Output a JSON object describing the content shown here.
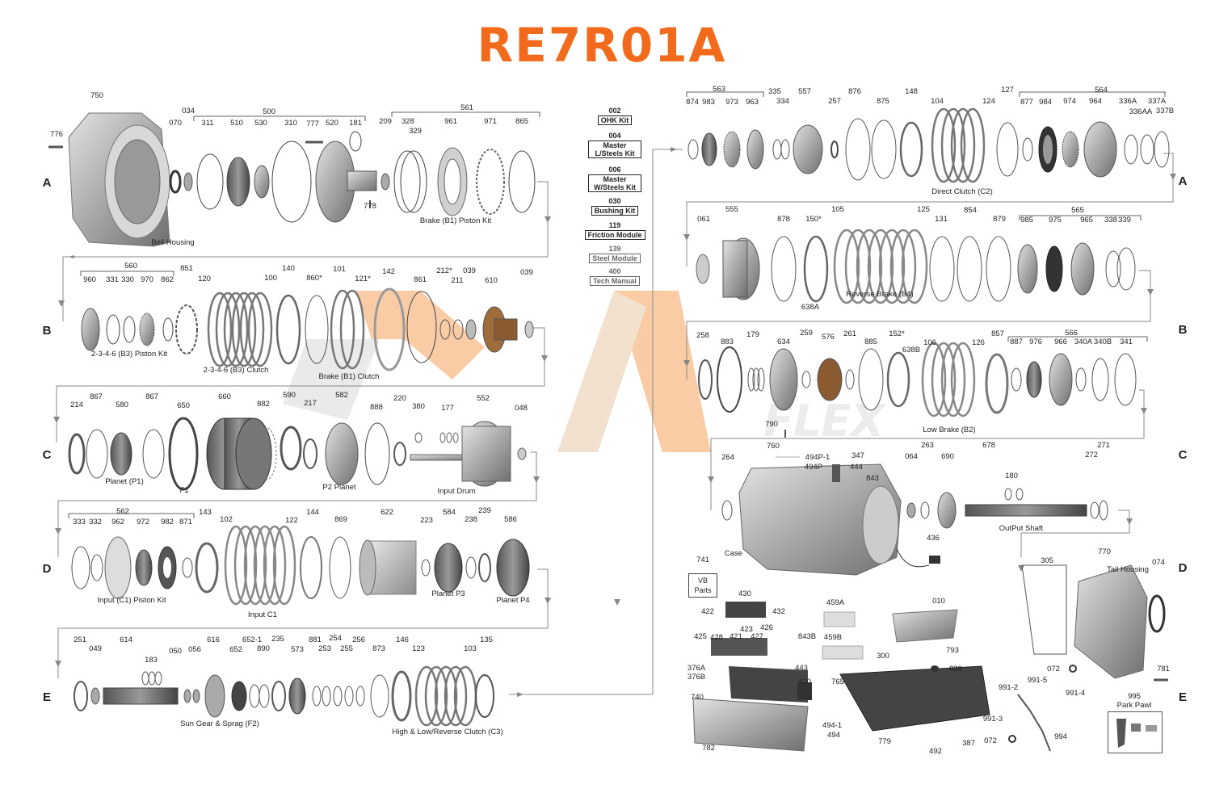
{
  "title": "RE7R01A",
  "watermark": "FLEX",
  "colors": {
    "title": "#f26a1b",
    "watermark": "#f6a35c",
    "parts": "#9a9a9a"
  },
  "rows": [
    "A",
    "B",
    "C",
    "D",
    "E"
  ],
  "kits": [
    {
      "num": "002",
      "label": "OHK Kit"
    },
    {
      "num": "004",
      "label": "Master L/Steels Kit"
    },
    {
      "num": "006",
      "label": "Master W/Steels Kit"
    },
    {
      "num": "030",
      "label": "Bushing Kit"
    },
    {
      "num": "119",
      "label": "Friction Module"
    },
    {
      "num": "139",
      "label": "Steel Module"
    },
    {
      "num": "400",
      "label": "Tech Manual"
    }
  ],
  "vb_parts": {
    "num": "741",
    "label": "VB Parts"
  },
  "park_pawl": {
    "num": "995",
    "label": "Park Pawl"
  },
  "captions": [
    "Bell Housing",
    "Brake (B1) Piston Kit",
    "2-3-4-6 (B3) Piston Kit",
    "2-3-4-6 (B3) Clutch",
    "Brake (B1) Clutch",
    "Planet (P1)",
    "F1",
    "P2 Planet",
    "Input Drum",
    "Input (C1) Piston Kit",
    "Input C1",
    "Planet P3",
    "Planet P4",
    "Sun Gear & Sprag (F2)",
    "High & Low/Reverse Clutch (C3)",
    "Direct Clutch (C2)",
    "Reverse Brake (B4)",
    "Low Brake (B2)",
    "Case",
    "OutPut Shaft",
    "Tail Housing"
  ],
  "labels": [
    "750",
    "776",
    "034",
    "070",
    "500",
    "311",
    "510",
    "530",
    "310",
    "777",
    "520",
    "181",
    "778",
    "209",
    "561",
    "328",
    "329",
    "961",
    "971",
    "865",
    "560",
    "960",
    "331",
    "330",
    "970",
    "862",
    "851",
    "120",
    "140",
    "100",
    "860*",
    "101",
    "121*",
    "142",
    "212*",
    "211",
    "039",
    "610",
    "039",
    "861",
    "214",
    "867",
    "580",
    "867",
    "650",
    "660",
    "882",
    "590",
    "217",
    "582",
    "888",
    "220",
    "380",
    "177",
    "552",
    "048",
    "562",
    "333",
    "332",
    "962",
    "972",
    "982",
    "871",
    "143",
    "102",
    "122",
    "144",
    "869",
    "622",
    "223",
    "584",
    "238",
    "239",
    "586",
    "251",
    "049",
    "614",
    "183",
    "050",
    "056",
    "616",
    "652",
    "652-1",
    "890",
    "235",
    "573",
    "881",
    "253",
    "254",
    "255",
    "256",
    "873",
    "146",
    "123",
    "103",
    "135",
    "563",
    "874",
    "983",
    "973",
    "963",
    "335",
    "334",
    "557",
    "257",
    "876",
    "875",
    "148",
    "104",
    "124",
    "127",
    "564",
    "877",
    "984",
    "974",
    "964",
    "336A",
    "336AA",
    "337A",
    "337B",
    "061",
    "555",
    "878",
    "150*",
    "105",
    "125",
    "131",
    "854",
    "879",
    "565",
    "985",
    "975",
    "965",
    "338",
    "339",
    "638A",
    "258",
    "883",
    "179",
    "634",
    "259",
    "576",
    "261",
    "885",
    "152*",
    "638B",
    "106",
    "126",
    "857",
    "566",
    "887",
    "976",
    "966",
    "340A",
    "340B",
    "341",
    "790",
    "760",
    "494P-1",
    "494P",
    "347",
    "444",
    "843",
    "264",
    "263",
    "064",
    "690",
    "678",
    "180",
    "272",
    "271",
    "436",
    "305",
    "770",
    "074",
    "430",
    "422",
    "432",
    "459A",
    "010",
    "425",
    "428",
    "421",
    "423",
    "426",
    "427",
    "843B",
    "459B",
    "793",
    "300",
    "839",
    "376A",
    "376B",
    "443",
    "410",
    "740",
    "765",
    "494-1",
    "494",
    "779",
    "387",
    "492",
    "782",
    "991-2",
    "991-5",
    "991-4",
    "072",
    "991-3",
    "072",
    "994",
    "781"
  ]
}
